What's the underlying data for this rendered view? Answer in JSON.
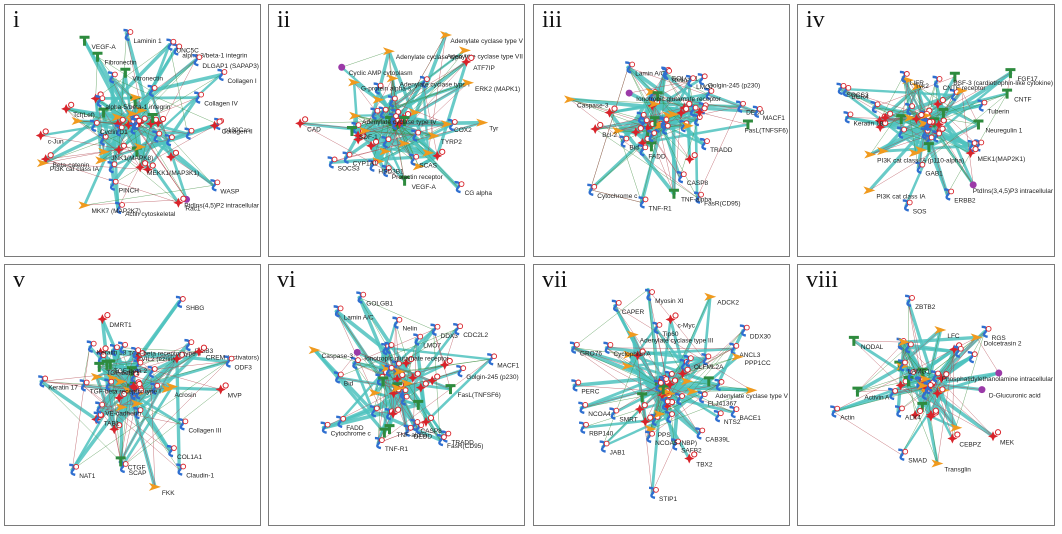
{
  "colors": {
    "edge_main": "#4fc3bf",
    "edge_thin_green": "#3a8a3a",
    "edge_thin_red": "#b0404a",
    "node_red": "#d8232a",
    "node_blue": "#2f6fd0",
    "node_orange": "#f09a1e",
    "node_green": "#2e8b3e",
    "node_purple": "#9b3aa8",
    "node_gray": "#b9c0cc"
  },
  "panels": [
    {
      "id": "i",
      "title": "i",
      "labels": [
        {
          "t": "p130Cas",
          "s": "blue"
        },
        {
          "t": "WASP",
          "s": "blue"
        },
        {
          "t": "PtdIns(4,5)P2 intracellular",
          "s": "purple"
        },
        {
          "t": "Rac1",
          "s": "red"
        },
        {
          "t": "MEKK1(MAP3K1)",
          "s": "red"
        },
        {
          "t": "Actin cytoskeletal",
          "s": "blue"
        },
        {
          "t": "PINCH",
          "s": "blue"
        },
        {
          "t": "MKK7 (MAP2K7)",
          "s": "orange"
        },
        {
          "t": "JNK1(MAPK8)",
          "s": "orange"
        },
        {
          "t": "Beta-catenin",
          "s": "red"
        },
        {
          "t": "PI3K cat class IA",
          "s": "orange"
        },
        {
          "t": "Cyclin D1",
          "s": "blue"
        },
        {
          "t": "c-Jun",
          "s": "red"
        },
        {
          "t": "Tcf(Lef)",
          "s": "red"
        },
        {
          "t": "alpha-5/beta-1 integrin",
          "s": "blue"
        },
        {
          "t": "VEGF-A",
          "s": "green"
        },
        {
          "t": "Fibronectin",
          "s": "green"
        },
        {
          "t": "Vitronectin",
          "s": "green"
        },
        {
          "t": "Laminin 1",
          "s": "blue"
        },
        {
          "t": "alpha-3/beta-1 integrin",
          "s": "blue"
        },
        {
          "t": "UNC5C",
          "s": "blue"
        },
        {
          "t": "DLGAP1 (SAPAP3)",
          "s": "blue"
        },
        {
          "t": "Collagen I",
          "s": "blue"
        },
        {
          "t": "Collagen IV",
          "s": "blue"
        },
        {
          "t": "Collagen II",
          "s": "red"
        }
      ]
    },
    {
      "id": "ii",
      "title": "ii",
      "labels": [
        {
          "t": "COX2",
          "s": "orange"
        },
        {
          "t": "TYRP2",
          "s": "orange"
        },
        {
          "t": "CG alpha",
          "s": "blue"
        },
        {
          "t": "SCAS",
          "s": "blue"
        },
        {
          "t": "VEGF-A",
          "s": "green"
        },
        {
          "t": "Prolactin receptor",
          "s": "blue"
        },
        {
          "t": "HSD3B1",
          "s": "blue"
        },
        {
          "t": "CYP1A1",
          "s": "blue"
        },
        {
          "t": "SOCS3",
          "s": "blue"
        },
        {
          "t": "SDF-1",
          "s": "green"
        },
        {
          "t": "CAD",
          "s": "red"
        },
        {
          "t": "Adenylate cyclase type IV",
          "s": "orange"
        },
        {
          "t": "Cyclic AMP cytoplasm",
          "s": "purple"
        },
        {
          "t": "G-protein alpha-s",
          "s": "orange"
        },
        {
          "t": "Adenylate cyclase type I",
          "s": "orange"
        },
        {
          "t": "Adenylate cyclase type VI",
          "s": "orange"
        },
        {
          "t": "Adenylate cyclase type V",
          "s": "orange"
        },
        {
          "t": "Adenylate cyclase type VII",
          "s": "orange"
        },
        {
          "t": "ATF7IP",
          "s": "red"
        },
        {
          "t": "ERK2 (MAPK1)",
          "s": "orange"
        },
        {
          "t": "Tyr",
          "s": "orange"
        }
      ]
    },
    {
      "id": "iii",
      "title": "iii",
      "labels": [
        {
          "t": "FasL(TNFSF6)",
          "s": "green"
        },
        {
          "t": "TRADD",
          "s": "blue"
        },
        {
          "t": "FasR(CD95)",
          "s": "blue"
        },
        {
          "t": "CASP8",
          "s": "blue"
        },
        {
          "t": "TNF-alpha",
          "s": "green"
        },
        {
          "t": "TNF-R1",
          "s": "blue"
        },
        {
          "t": "FADD",
          "s": "blue"
        },
        {
          "t": "Cytochrome c",
          "s": "blue"
        },
        {
          "t": "Bid",
          "s": "blue"
        },
        {
          "t": "Bcl-2",
          "s": "red"
        },
        {
          "t": "Caspase-3",
          "s": "orange"
        },
        {
          "t": "Ionotropic glutamate receptor",
          "s": "purple"
        },
        {
          "t": "Lamin A/C",
          "s": "blue"
        },
        {
          "t": "GOLGB1",
          "s": "blue"
        },
        {
          "t": "Nelin",
          "s": "blue"
        },
        {
          "t": "LMO7",
          "s": "blue"
        },
        {
          "t": "Golgin-245 (p230)",
          "s": "blue"
        },
        {
          "t": "DEDD",
          "s": "blue"
        },
        {
          "t": "MACF1",
          "s": "blue"
        }
      ]
    },
    {
      "id": "iv",
      "title": "iv",
      "labels": [
        {
          "t": "Neuregulin 1",
          "s": "green"
        },
        {
          "t": "MEK1(MAP2K1)",
          "s": "red"
        },
        {
          "t": "PtdIns(3,4,5)P3 intracellular",
          "s": "purple"
        },
        {
          "t": "ERBB2",
          "s": "blue"
        },
        {
          "t": "SOS",
          "s": "blue"
        },
        {
          "t": "GAB1",
          "s": "blue"
        },
        {
          "t": "PI3K cat class IA",
          "s": "orange"
        },
        {
          "t": "PI3K cat class IA (p110-alpha)",
          "s": "orange"
        },
        {
          "t": "Keratin 18",
          "s": "blue"
        },
        {
          "t": "BCR4",
          "s": "blue"
        },
        {
          "t": "SOCS3",
          "s": "blue"
        },
        {
          "t": "Tyk2",
          "s": "orange"
        },
        {
          "t": "LIFR",
          "s": "blue"
        },
        {
          "t": "CNTF receptor",
          "s": "blue"
        },
        {
          "t": "BSF-3 (cardiotrophin-like cytokine)",
          "s": "green"
        },
        {
          "t": "FGF17",
          "s": "green"
        },
        {
          "t": "CNTF",
          "s": "green"
        },
        {
          "t": "Tuberin",
          "s": "blue"
        }
      ]
    },
    {
      "id": "v",
      "title": "v",
      "labels": [
        {
          "t": "MVP",
          "s": "red"
        },
        {
          "t": "Collagen III",
          "s": "blue"
        },
        {
          "t": "COL1A1",
          "s": "blue"
        },
        {
          "t": "Claudin-1",
          "s": "blue"
        },
        {
          "t": "FKK",
          "s": "orange"
        },
        {
          "t": "SCAP",
          "s": "blue"
        },
        {
          "t": "CTGF",
          "s": "green"
        },
        {
          "t": "NAT1",
          "s": "blue"
        },
        {
          "t": "TAB1",
          "s": "blue"
        },
        {
          "t": "VE-cadherin",
          "s": "blue"
        },
        {
          "t": "Keratin 17",
          "s": "blue"
        },
        {
          "t": "TGF-beta receptor type I",
          "s": "blue"
        },
        {
          "t": "TGF-beta 1",
          "s": "green"
        },
        {
          "t": "TGF-beta 2",
          "s": "green"
        },
        {
          "t": "Keratin 18",
          "s": "blue"
        },
        {
          "t": "DMRT1",
          "s": "red"
        },
        {
          "t": "TGF-beta receptor type II",
          "s": "blue"
        },
        {
          "t": "VIL2 (ezrin)",
          "s": "blue"
        },
        {
          "t": "SHBG",
          "s": "blue"
        },
        {
          "t": "ITGB3",
          "s": "blue"
        },
        {
          "t": "CREM (activators)",
          "s": "red"
        },
        {
          "t": "ODF3",
          "s": "blue"
        },
        {
          "t": "Acrosin",
          "s": "orange"
        }
      ]
    },
    {
      "id": "vi",
      "title": "vi",
      "labels": [
        {
          "t": "FasL(TNFSF6)",
          "s": "green"
        },
        {
          "t": "TRADD",
          "s": "blue"
        },
        {
          "t": "FasR(CD95)",
          "s": "blue"
        },
        {
          "t": "CASP8",
          "s": "blue"
        },
        {
          "t": "DEDD",
          "s": "blue"
        },
        {
          "t": "TNF-alpha",
          "s": "green"
        },
        {
          "t": "TNF-R1",
          "s": "blue"
        },
        {
          "t": "FADD",
          "s": "blue"
        },
        {
          "t": "Cytochrome c",
          "s": "blue"
        },
        {
          "t": "Bid",
          "s": "blue"
        },
        {
          "t": "Caspase-3",
          "s": "orange"
        },
        {
          "t": "Ionotropic glutamate receptor",
          "s": "purple"
        },
        {
          "t": "Lamin A/C",
          "s": "blue"
        },
        {
          "t": "GOLGB1",
          "s": "blue"
        },
        {
          "t": "Nelin",
          "s": "blue"
        },
        {
          "t": "LMO7",
          "s": "blue"
        },
        {
          "t": "DDX3",
          "s": "blue"
        },
        {
          "t": "CDC2L2",
          "s": "blue"
        },
        {
          "t": "MACF1",
          "s": "blue"
        },
        {
          "t": "Golgin-245 (p230)",
          "s": "blue"
        }
      ]
    },
    {
      "id": "vii",
      "title": "vii",
      "labels": [
        {
          "t": "Adenylate cyclase type V",
          "s": "orange"
        },
        {
          "t": "BACE1",
          "s": "blue"
        },
        {
          "t": "NTS2",
          "s": "blue"
        },
        {
          "t": "CAB39L",
          "s": "blue"
        },
        {
          "t": "SAFB2",
          "s": "blue"
        },
        {
          "t": "TBX2",
          "s": "red"
        },
        {
          "t": "PPS",
          "s": "orange"
        },
        {
          "t": "STIP1",
          "s": "blue"
        },
        {
          "t": "NCOA5 (NBP)",
          "s": "blue"
        },
        {
          "t": "JAB1",
          "s": "blue"
        },
        {
          "t": "RBP140",
          "s": "blue"
        },
        {
          "t": "SMRT",
          "s": "blue"
        },
        {
          "t": "NCOA4",
          "s": "blue"
        },
        {
          "t": "PERC",
          "s": "blue"
        },
        {
          "t": "Cyclophilin A",
          "s": "blue"
        },
        {
          "t": "GRO76",
          "s": "blue"
        },
        {
          "t": "CAPER",
          "s": "blue"
        },
        {
          "t": "Adenylate cyclase type III",
          "s": "orange"
        },
        {
          "t": "Myosin XI",
          "s": "blue"
        },
        {
          "t": "Tip60",
          "s": "blue"
        },
        {
          "t": "c-Myc",
          "s": "red"
        },
        {
          "t": "ADCK2",
          "s": "orange"
        },
        {
          "t": "OLFML2A",
          "s": "blue"
        },
        {
          "t": "ANCL3",
          "s": "blue"
        },
        {
          "t": "DDX30",
          "s": "blue"
        },
        {
          "t": "PPP1CC",
          "s": "orange"
        },
        {
          "t": "FLJ41367",
          "s": "blue"
        }
      ]
    },
    {
      "id": "viii",
      "title": "viii",
      "labels": [
        {
          "t": "D-Glucuronic acid",
          "s": "purple"
        },
        {
          "t": "MEK",
          "s": "red"
        },
        {
          "t": "CEBPZ",
          "s": "red"
        },
        {
          "t": "Transglin",
          "s": "orange"
        },
        {
          "t": "SMAD",
          "s": "blue"
        },
        {
          "t": "ALK4",
          "s": "blue"
        },
        {
          "t": "Actin",
          "s": "blue"
        },
        {
          "t": "Activin A",
          "s": "green"
        },
        {
          "t": "NODAL",
          "s": "green"
        },
        {
          "t": "LAMG1",
          "s": "blue"
        },
        {
          "t": "ZBTB2",
          "s": "blue"
        },
        {
          "t": "LFC",
          "s": "orange"
        },
        {
          "t": "Dolcetrasin 2",
          "s": "orange"
        },
        {
          "t": "RGS",
          "s": "blue"
        },
        {
          "t": "Phosphatidylethanolamine intracellular",
          "s": "purple"
        }
      ]
    }
  ]
}
